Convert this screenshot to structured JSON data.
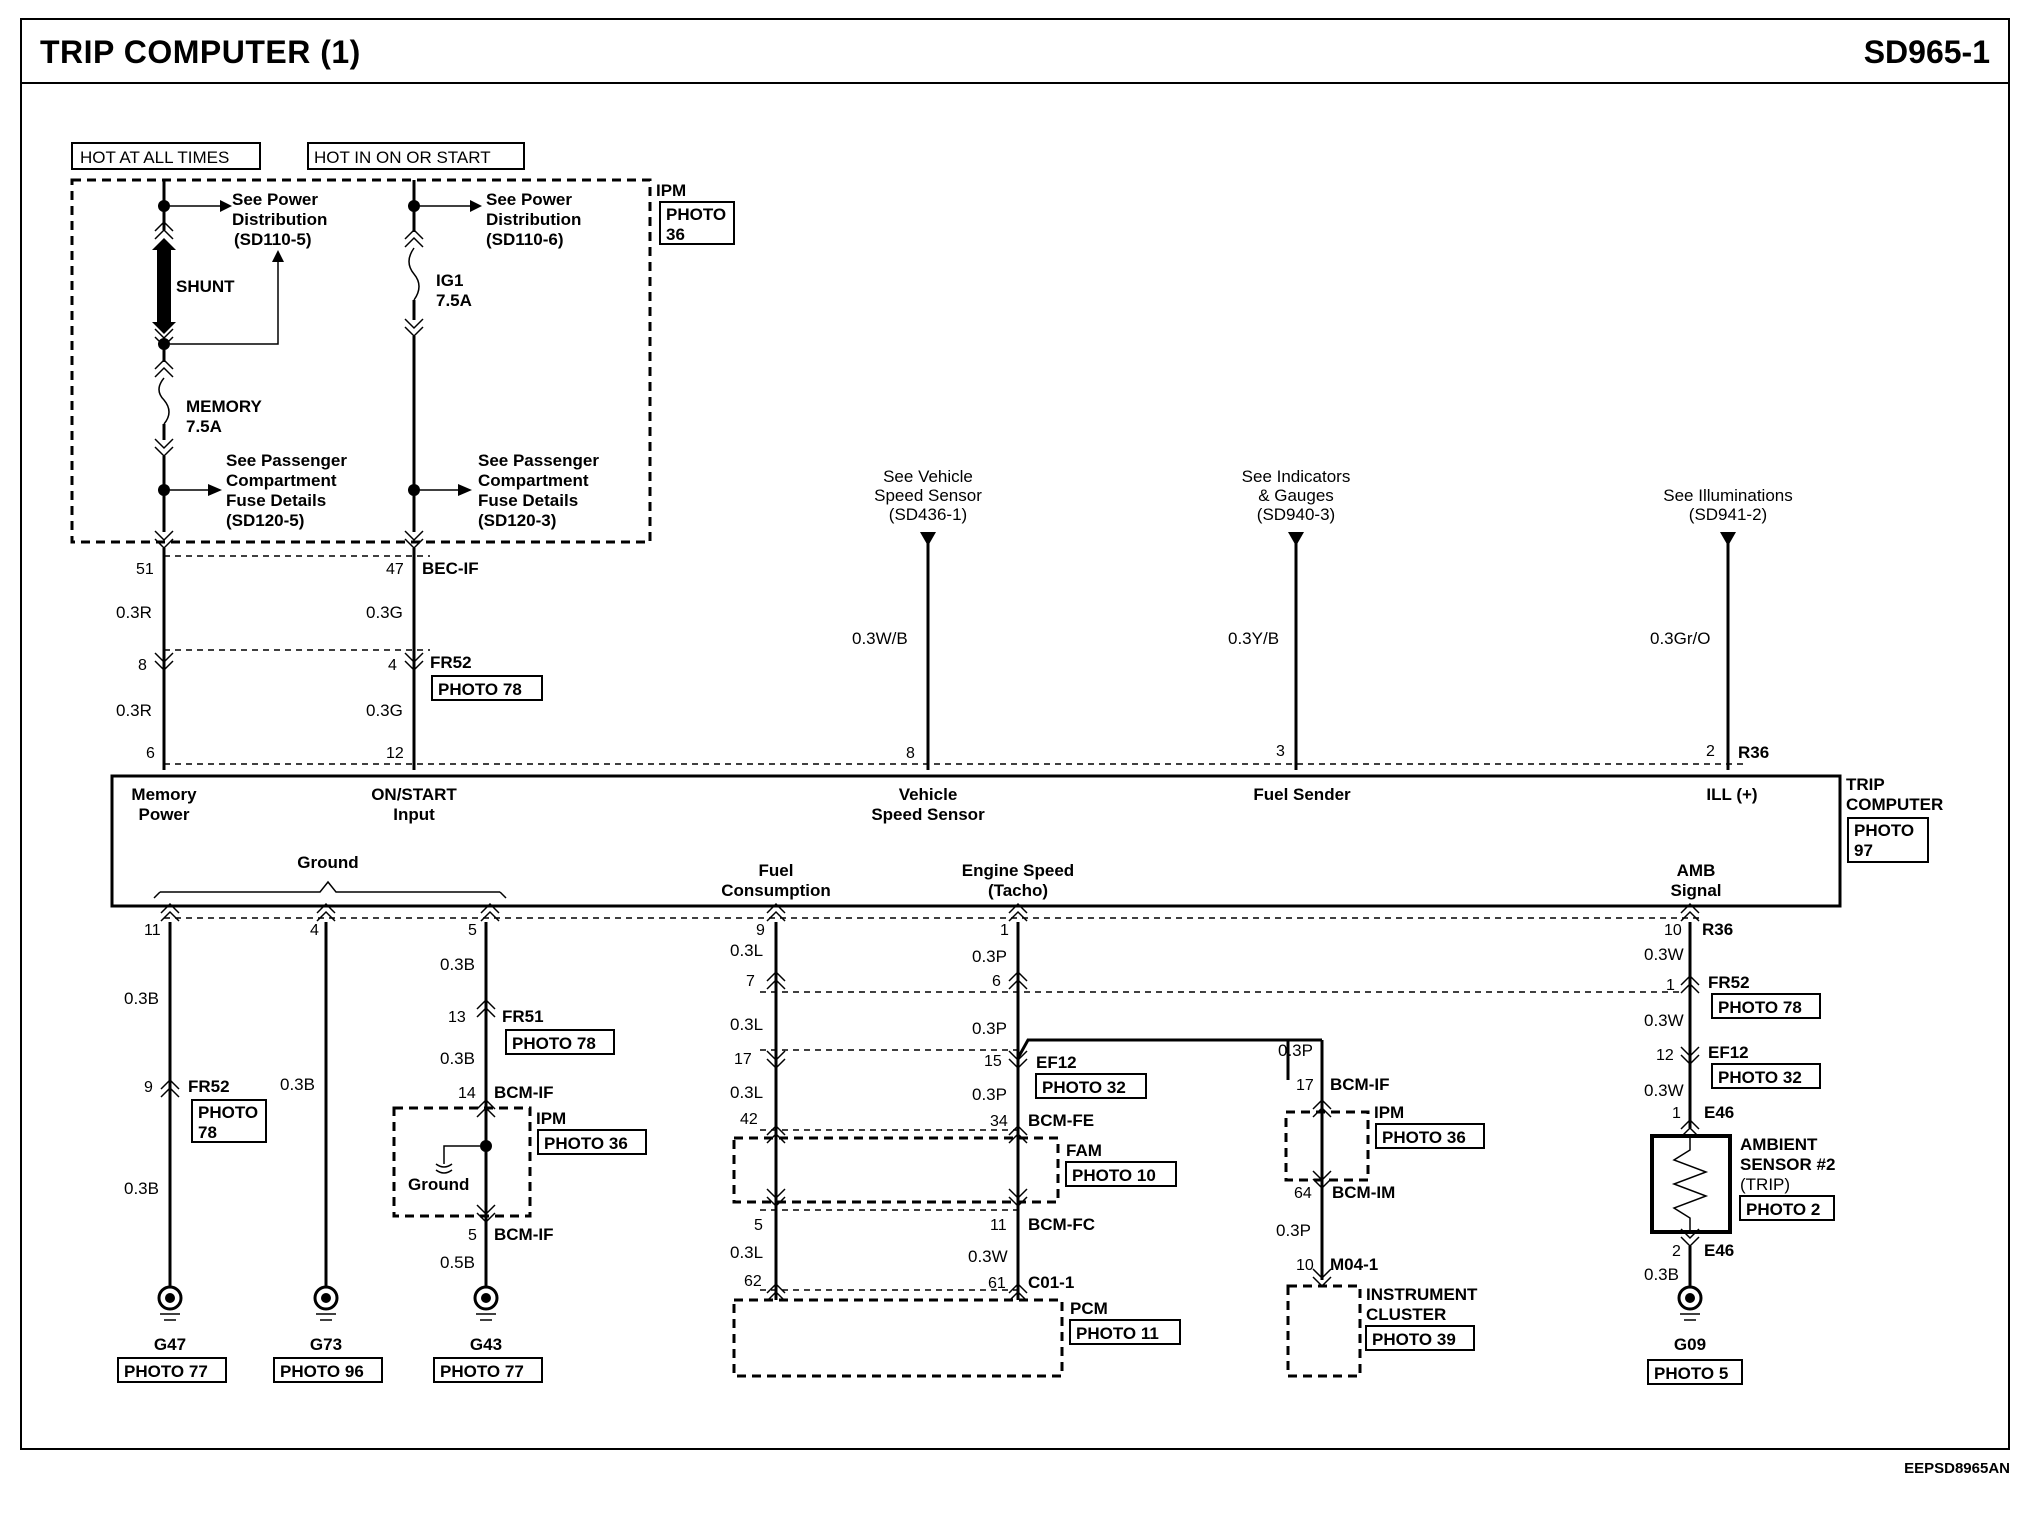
{
  "header": {
    "title": "TRIP COMPUTER (1)",
    "code": "SD965-1"
  },
  "footer": {
    "code": "EEPSD8965AN"
  },
  "tags": {
    "hot_always": "HOT AT ALL TIMES",
    "hot_on_start": "HOT IN ON OR START"
  },
  "ipm_top": {
    "label": "IPM",
    "photo": "PHOTO\n36"
  },
  "power_refs": {
    "left": [
      "See Power",
      "Distribution",
      "(SD110-5)"
    ],
    "right": [
      "See Power",
      "Distribution",
      "(SD110-6)"
    ]
  },
  "fuses": {
    "shunt": "SHUNT",
    "memory": [
      "MEMORY",
      "7.5A"
    ],
    "ig1": [
      "IG1",
      "7.5A"
    ]
  },
  "pass_refs": {
    "left": [
      "See Passenger",
      "Compartment",
      "Fuse Details",
      "(SD120-5)"
    ],
    "right": [
      "See Passenger",
      "Compartment",
      "Fuse Details",
      "(SD120-3)"
    ]
  },
  "top_refs": {
    "vss": [
      "See Vehicle",
      "Speed Sensor",
      "(SD436-1)"
    ],
    "gauges": [
      "See Indicators",
      "& Gauges",
      "(SD940-3)"
    ],
    "illum": [
      "See Illuminations",
      "(SD941-2)"
    ]
  },
  "wires": {
    "w03R": "0.3R",
    "w03G": "0.3G",
    "w03WB": "0.3W/B",
    "w03YB": "0.3Y/B",
    "w03GrO": "0.3Gr/O",
    "w03B": "0.3B",
    "w05B": "0.5B",
    "w03L": "0.3L",
    "w03P": "0.3P",
    "w03W": "0.3W"
  },
  "connectors": {
    "bec_if": "BEC-IF",
    "fr52": "FR52",
    "r36": "R36",
    "fr51": "FR51",
    "bcm_if": "BCM-IF",
    "ef12": "EF12",
    "bcm_fe": "BCM-FE",
    "bcm_fc": "BCM-FC",
    "c01": "C01-1",
    "bcm_im": "BCM-IM",
    "m04": "M04-1",
    "e46": "E46",
    "ipm": "IPM",
    "fam": "FAM",
    "pcm": "PCM"
  },
  "pins": {
    "p51": "51",
    "p47": "47",
    "p8": "8",
    "p4": "4",
    "p6": "6",
    "p12": "12",
    "p8b": "8",
    "p3": "3",
    "p2": "2",
    "p11": "11",
    "p4b": "4",
    "p5": "5",
    "p9": "9",
    "p1": "1",
    "p10": "10",
    "p13": "13",
    "p14": "14",
    "p5b": "5",
    "p9b": "9",
    "p7": "7",
    "p17": "17",
    "p42": "42",
    "p5c": "5",
    "p62": "62",
    "p6b": "6",
    "p15": "15",
    "p34": "34",
    "p11b": "11",
    "p61": "61",
    "p17b": "17",
    "p64": "64",
    "p10b": "10",
    "p1b": "1",
    "p12b": "12",
    "p1c": "1",
    "p2b": "2"
  },
  "module": {
    "name": [
      "TRIP",
      "COMPUTER"
    ],
    "photo": "PHOTO\n97",
    "memory_power": [
      "Memory",
      "Power"
    ],
    "on_start": [
      "ON/START",
      "Input"
    ],
    "vss": [
      "Vehicle",
      "Speed Sensor"
    ],
    "fuel_sender": "Fuel Sender",
    "ill": "ILL (+)",
    "ground": "Ground",
    "fuel_cons": [
      "Fuel",
      "Consumption"
    ],
    "eng_speed": [
      "Engine Speed",
      "(Tacho)"
    ],
    "amb": [
      "AMB",
      "Signal"
    ]
  },
  "photos": {
    "p78": "PHOTO 78",
    "p78b": "PHOTO\n78",
    "p78c": "PHOTO 78",
    "p78d": "PHOTO 78",
    "p36": "PHOTO 36",
    "p36b": "PHOTO 36",
    "p32": "PHOTO 32",
    "p32b": "PHOTO 32",
    "p10": "PHOTO 10",
    "p11": "PHOTO 11",
    "p39": "PHOTO 39",
    "p2": "PHOTO 2",
    "p77": "PHOTO 77",
    "p96": "PHOTO 96",
    "p77b": "PHOTO 77",
    "p5": "PHOTO 5"
  },
  "grounds": {
    "g47": "G47",
    "g73": "G73",
    "g43": "G43",
    "g09": "G09",
    "ipm_ground": "Ground"
  },
  "instrument_cluster": [
    "INSTRUMENT",
    "CLUSTER"
  ],
  "ambient": [
    "AMBIENT",
    "SENSOR #2",
    "(TRIP)"
  ]
}
